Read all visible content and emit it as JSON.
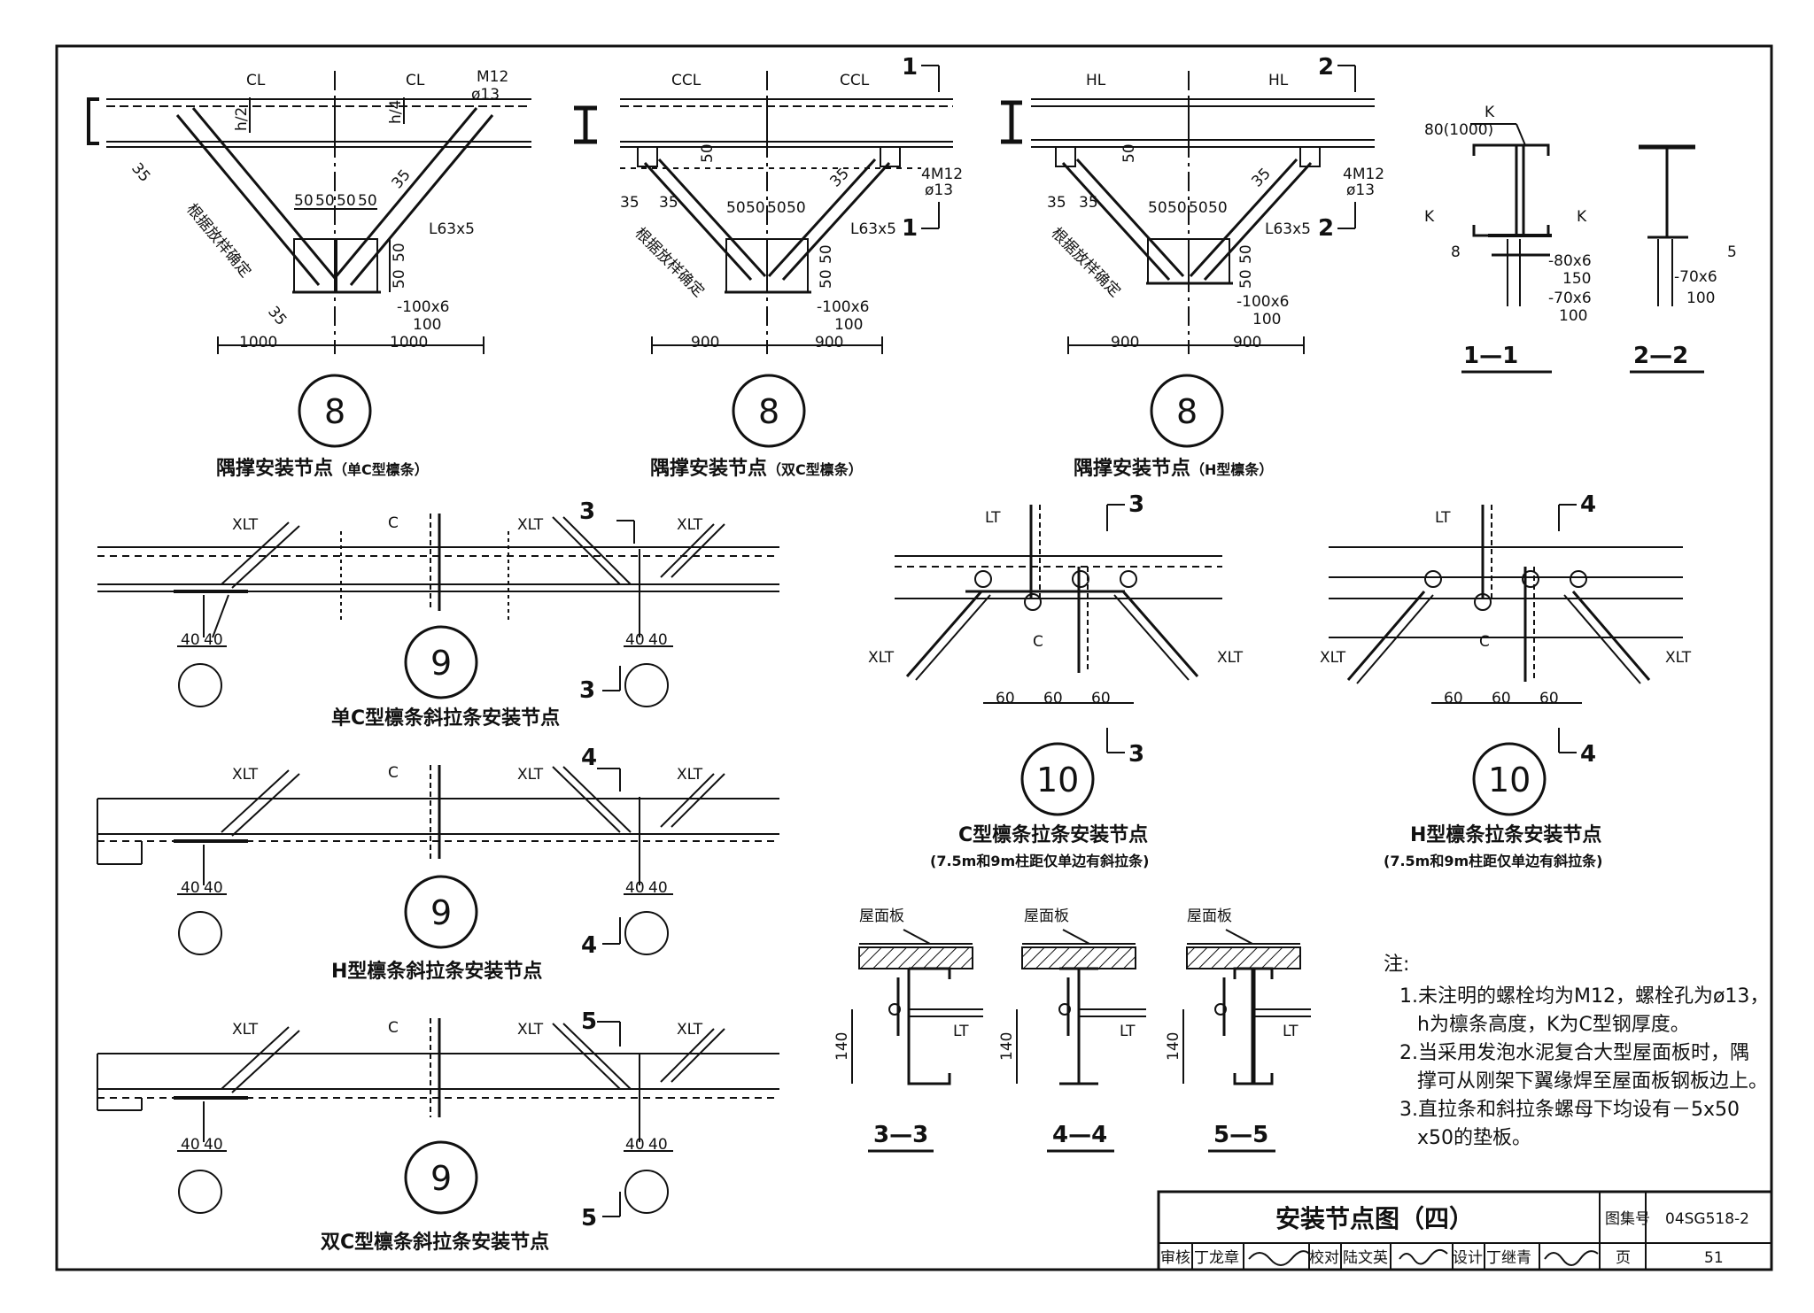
{
  "title_block": {
    "title": "安装节点图（四）",
    "atlas_label": "图集号",
    "atlas_no": "04SG518-2",
    "page_label": "页",
    "page_no": "51",
    "review_label": "审核",
    "reviewer": "丁龙章",
    "check_label": "校对",
    "checker": "陆文英",
    "design_label": "设计",
    "designer": "丁继青"
  },
  "details_8": [
    {
      "number": "8",
      "caption": "隅撑安装节点",
      "caption_note": "（单C型檩条）",
      "purlin_left": "CL",
      "purlin_right": "CL",
      "bolt": "M12",
      "hole": "ø13",
      "h2": "h/2",
      "h4": "h/4",
      "angle": "L63x5",
      "plate": "-100x6",
      "plate_len": "100",
      "gap": "35",
      "spacing": [
        "50",
        "50",
        "50",
        "50"
      ],
      "vspacing": [
        "50",
        "50"
      ],
      "note": "根据放样确定",
      "dim_left": "1000",
      "dim_right": "1000"
    },
    {
      "number": "8",
      "caption": "隅撑安装节点",
      "caption_note": "（双C型檩条）",
      "purlin_left": "CCL",
      "purlin_right": "CCL",
      "bolt": "4M12",
      "hole": "ø13",
      "angle": "L63x5",
      "plate": "-100x6",
      "plate_len": "100",
      "gap": "35",
      "v50": "50",
      "spacing": [
        "50",
        "50",
        "50",
        "50"
      ],
      "vspacing": [
        "50",
        "50"
      ],
      "note": "根据放样确定",
      "dim_left": "900",
      "dim_right": "900",
      "cut_mark": "1"
    },
    {
      "number": "8",
      "caption": "隅撑安装节点",
      "caption_note": "（H型檩条）",
      "purlin_left": "HL",
      "purlin_right": "HL",
      "bolt": "4M12",
      "hole": "ø13",
      "angle": "L63x5",
      "plate": "-100x6",
      "plate_len": "100",
      "gap": "35",
      "v50": "50",
      "spacing": [
        "50",
        "50",
        "50",
        "50"
      ],
      "vspacing": [
        "50",
        "50"
      ],
      "note": "根据放样确定",
      "dim_left": "900",
      "dim_right": "900",
      "cut_mark": "2"
    }
  ],
  "section_1_1": {
    "label": "1—1",
    "k": "K",
    "k_len": "80(1000)",
    "weld": "8",
    "plate1": "-80x6",
    "plate1_len": "150",
    "plate2": "-70x6",
    "plate2_len": "100",
    "k_left": "K",
    "k_right": "K"
  },
  "section_2_2": {
    "label": "2—2",
    "weld": "5",
    "plate": "-70x6",
    "plate_len": "100"
  },
  "details_9": [
    {
      "number": "9",
      "caption": "单C型檩条斜拉条安装节点",
      "xlt": "XLT",
      "c": "C",
      "d1": "40",
      "d2": "40",
      "cut_mark": "3"
    },
    {
      "number": "9",
      "caption": "H型檩条斜拉条安装节点",
      "xlt": "XLT",
      "c": "C",
      "d1": "40",
      "d2": "40",
      "cut_mark": "4"
    },
    {
      "number": "9",
      "caption": "双C型檩条斜拉条安装节点",
      "xlt": "XLT",
      "c": "C",
      "d1": "40",
      "d2": "40",
      "cut_mark": "5"
    }
  ],
  "details_10": [
    {
      "number": "10",
      "caption": "C型檩条拉条安装节点",
      "sub": "(7.5m和9m柱距仅单边有斜拉条)",
      "lt": "LT",
      "xlt": "XLT",
      "c": "C",
      "spacing": [
        "60",
        "60",
        "60"
      ],
      "cut_mark": "3"
    },
    {
      "number": "10",
      "caption": "H型檩条拉条安装节点",
      "sub": "(7.5m和9m柱距仅单边有斜拉条)",
      "lt": "LT",
      "xlt": "XLT",
      "c": "C",
      "spacing": [
        "60",
        "60",
        "60"
      ],
      "cut_mark": "4"
    }
  ],
  "sections_lower": [
    {
      "label": "3—3",
      "roof": "屋面板",
      "lt": "LT",
      "height": "140"
    },
    {
      "label": "4—4",
      "roof": "屋面板",
      "lt": "LT",
      "height": "140"
    },
    {
      "label": "5—5",
      "roof": "屋面板",
      "lt": "LT",
      "height": "140"
    }
  ],
  "notes": {
    "heading": "注:",
    "lines": [
      "1.未注明的螺栓均为M12，螺栓孔为ø13，",
      "h为檩条高度，K为C型钢厚度。",
      "2.当采用发泡水泥复合大型屋面板时，隅",
      "撑可从刚架下翼缘焊至屋面板钢板边上。",
      "3.直拉条和斜拉条螺母下均设有－5x50",
      "x50的垫板。"
    ]
  }
}
